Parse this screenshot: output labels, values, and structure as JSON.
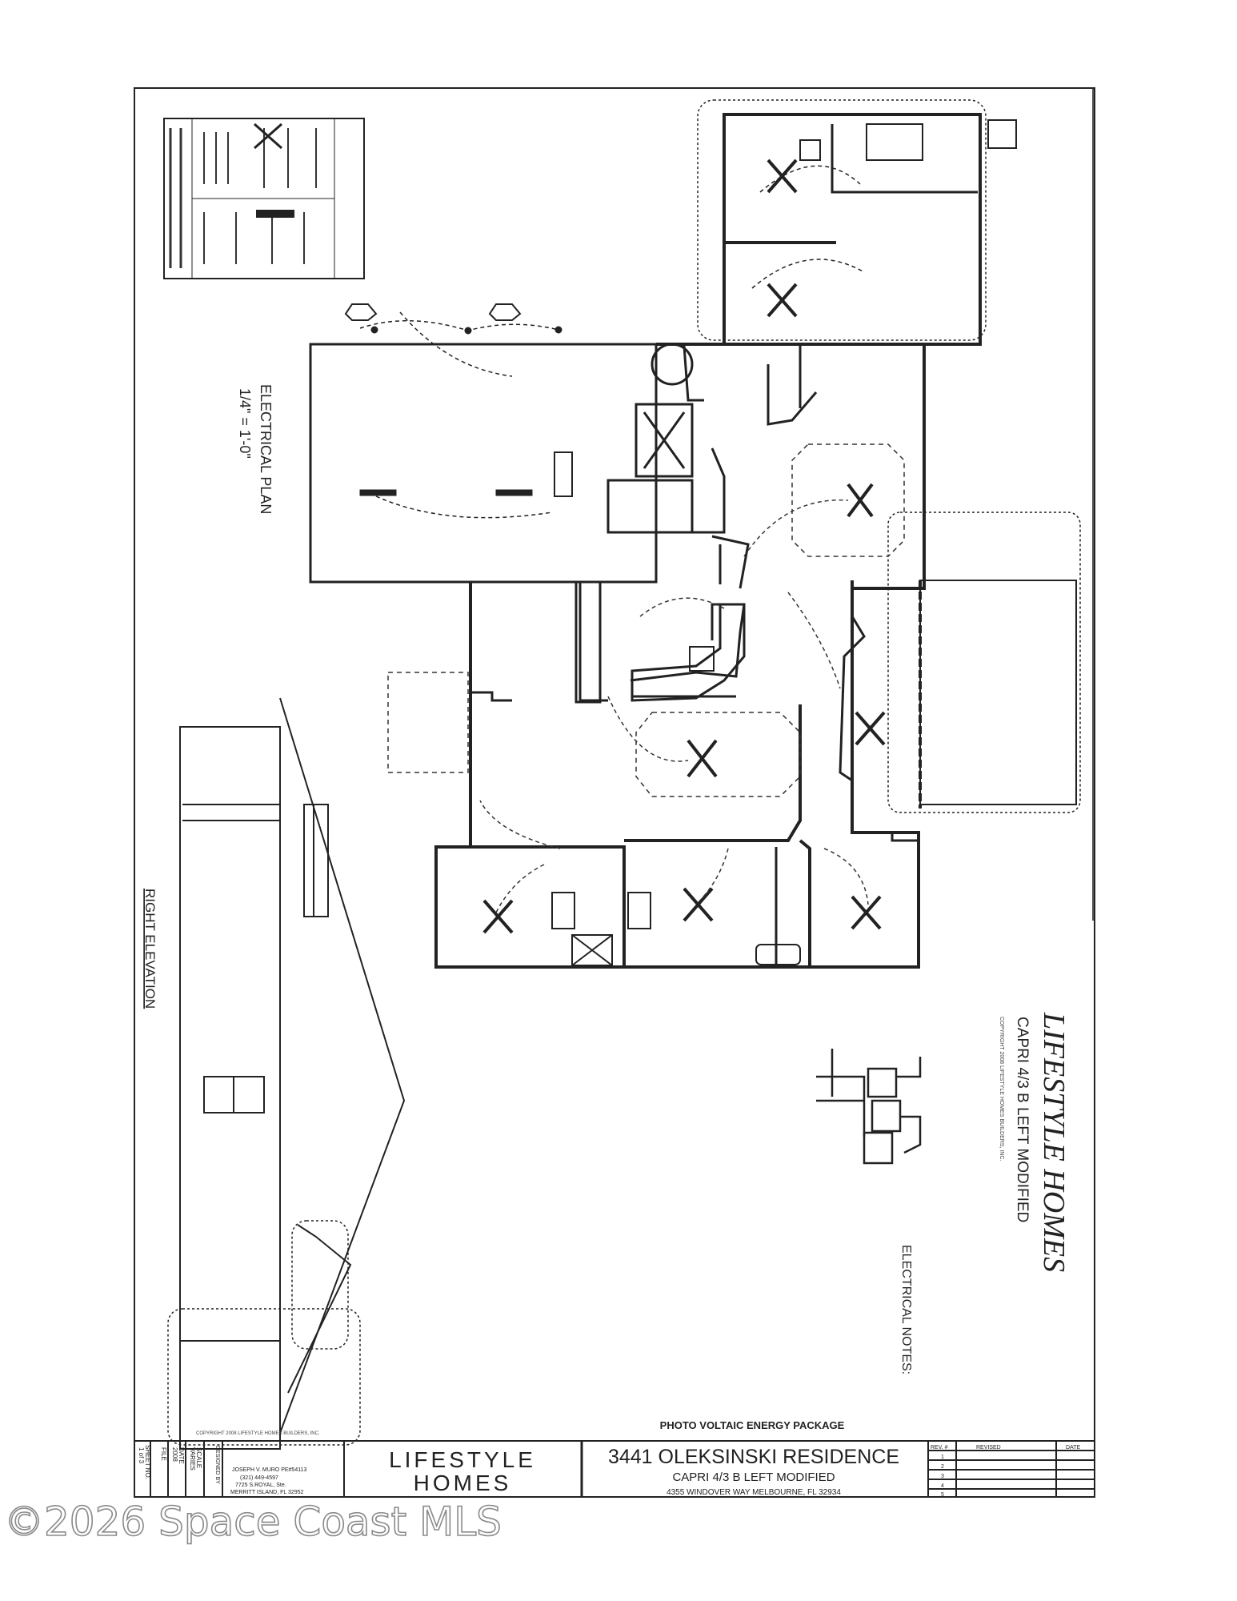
{
  "sheet": {
    "brand_line1": "LIFESTYLE",
    "brand_line2": "HOMES",
    "project_title": "3441 OLEKSINSKI RESIDENCE",
    "model": "CAPRI 4/3 B LEFT MODIFIED",
    "address": "4355 WINDOVER WAY MELBOURNE, FL 32934",
    "package_label": "PHOTO VOLTAIC ENERGY PACKAGE",
    "copyright_small": "COPYRIGHT 2008 LIFESTYLE HOMES BUILDERS, INC.",
    "rev_header": "REV. #",
    "revised_header": "REVISED",
    "date_header": "DATE",
    "rev_numbers": [
      "1",
      "2",
      "3",
      "4",
      "5"
    ],
    "sheet_label": "SHEET NO.",
    "sheet_value": "1 of 3",
    "file_label": "FILE",
    "date_label": "DATE",
    "date_value": "2008",
    "scale_label": "SCALE",
    "scale_value": "VARIES",
    "designed_label": "DESIGNED BY",
    "engineer_name": "JOSEPH V. MURO PE#54113",
    "engineer_phone": "(321) 449-4597",
    "engineer_addr1": "7725 S.ROYAL, Ste.",
    "engineer_addr2": "MERRITT ISLAND, FL 32952"
  },
  "plan": {
    "title": "ELECTRICAL PLAN",
    "scale": "1/4\" = 1'-0\"",
    "elevation_label": "RIGHT ELEVATION",
    "notes_title": "ELECTRICAL NOTES:",
    "side_brand": "LIFESTYLE HOMES",
    "side_model": "CAPRI 4/3 B LEFT MODIFIED",
    "side_copyright": "COPYRIGHT 2008 LIFESTYLE HOMES BUILDERS, INC."
  },
  "watermark": "©2026 Space Coast MLS"
}
